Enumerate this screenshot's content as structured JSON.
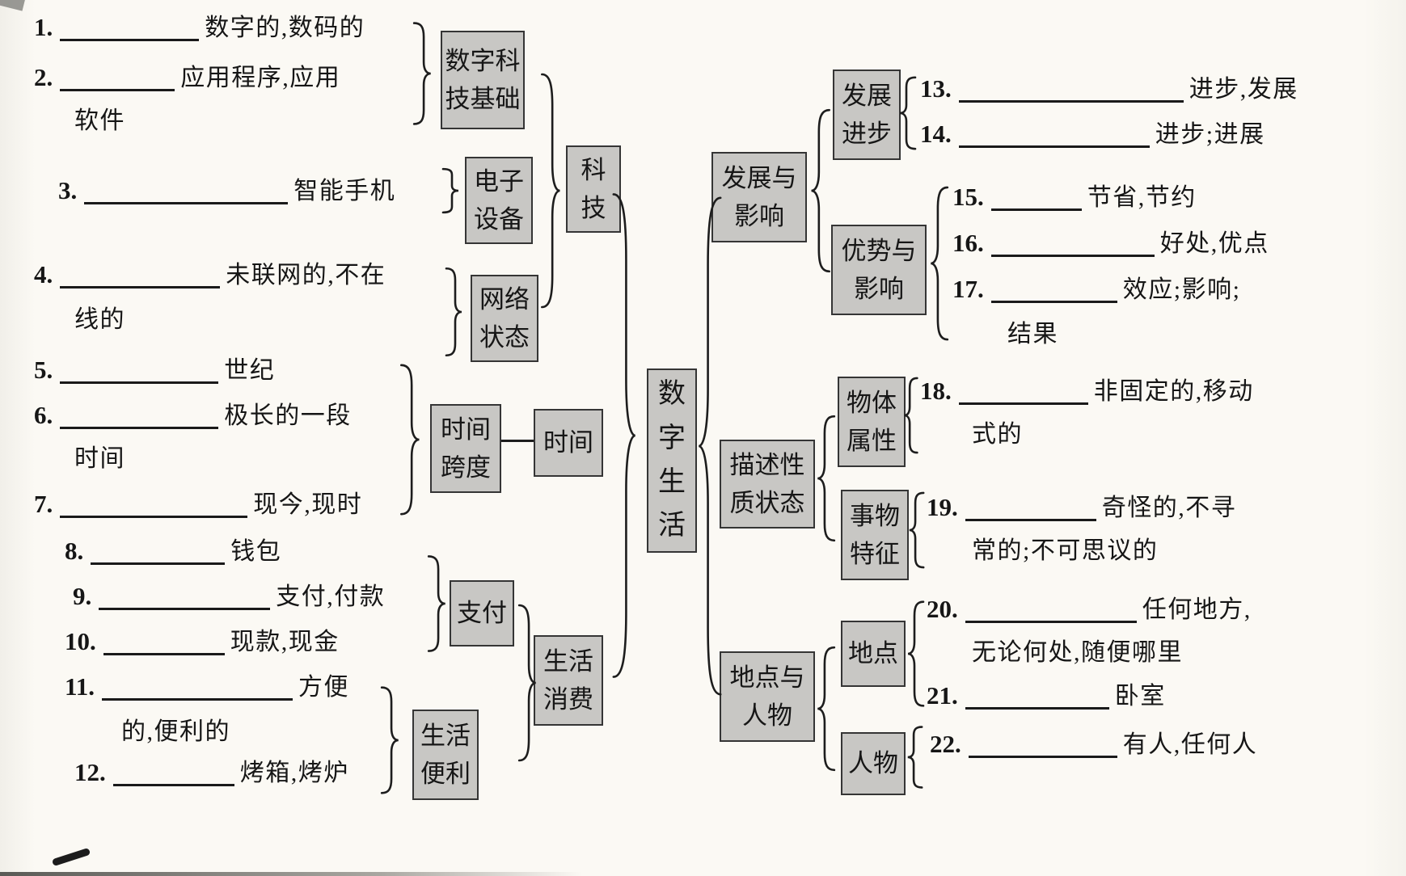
{
  "title_hint": "数字生活 词汇思维导图 (fill-in-the-blank vocabulary mind map)",
  "colors": {
    "paper": "#fbf9f4",
    "box_fill": "#c8c7c4",
    "box_border": "#353535",
    "ink": "#1a1a1a"
  },
  "tree": {
    "root": "数字生活",
    "branches": [
      {
        "label": "科技",
        "children": [
          {
            "label": "数字科技基础",
            "items": [
              1,
              2
            ]
          },
          {
            "label": "电子设备",
            "items": [
              3
            ]
          },
          {
            "label": "网络状态",
            "items": [
              4
            ]
          }
        ]
      },
      {
        "label": "时间",
        "children": [
          {
            "label": "时间跨度",
            "items": [
              5,
              6,
              7
            ]
          }
        ]
      },
      {
        "label": "生活消费",
        "children": [
          {
            "label": "支付",
            "items": [
              8,
              9,
              10
            ]
          },
          {
            "label": "生活便利",
            "items": [
              11,
              12
            ]
          }
        ]
      },
      {
        "label": "发展与影响",
        "children": [
          {
            "label": "发展进步",
            "items": [
              13,
              14
            ]
          },
          {
            "label": "优势与影响",
            "items": [
              15,
              16,
              17
            ]
          }
        ]
      },
      {
        "label": "描述性质状态",
        "children": [
          {
            "label": "物体属性",
            "items": [
              18
            ]
          },
          {
            "label": "事物特征",
            "items": [
              19
            ]
          }
        ]
      },
      {
        "label": "地点与人物",
        "children": [
          {
            "label": "地点",
            "items": [
              20,
              21
            ]
          },
          {
            "label": "人物",
            "items": [
              22
            ]
          }
        ]
      }
    ]
  },
  "items": [
    {
      "num": "1.",
      "line1": "数字的,数码的"
    },
    {
      "num": "2.",
      "line1": "应用程序,应用",
      "line2": "软件"
    },
    {
      "num": "3.",
      "line1": "智能手机"
    },
    {
      "num": "4.",
      "line1": "未联网的,不在",
      "line2": "线的"
    },
    {
      "num": "5.",
      "line1": "世纪"
    },
    {
      "num": "6.",
      "line1": "极长的一段",
      "line2": "时间"
    },
    {
      "num": "7.",
      "line1": "现今,现时"
    },
    {
      "num": "8.",
      "line1": "钱包"
    },
    {
      "num": "9.",
      "line1": "支付,付款"
    },
    {
      "num": "10.",
      "line1": "现款,现金"
    },
    {
      "num": "11.",
      "line1": "方便",
      "line2": "的,便利的"
    },
    {
      "num": "12.",
      "line1": "烤箱,烤炉"
    },
    {
      "num": "13.",
      "line1": "进步,发展"
    },
    {
      "num": "14.",
      "line1": "进步;进展"
    },
    {
      "num": "15.",
      "line1": "节省,节约"
    },
    {
      "num": "16.",
      "line1": "好处,优点"
    },
    {
      "num": "17.",
      "line1": "效应;影响;",
      "line2": "结果"
    },
    {
      "num": "18.",
      "line1": "非固定的,移动",
      "line2": "式的"
    },
    {
      "num": "19.",
      "line1": "奇怪的,不寻",
      "line2": "常的;不可思议的"
    },
    {
      "num": "20.",
      "line1": "任何地方,",
      "line2": "无论何处,随便哪里"
    },
    {
      "num": "21.",
      "line1": "卧室"
    },
    {
      "num": "22.",
      "line1": "有人,任何人"
    }
  ]
}
